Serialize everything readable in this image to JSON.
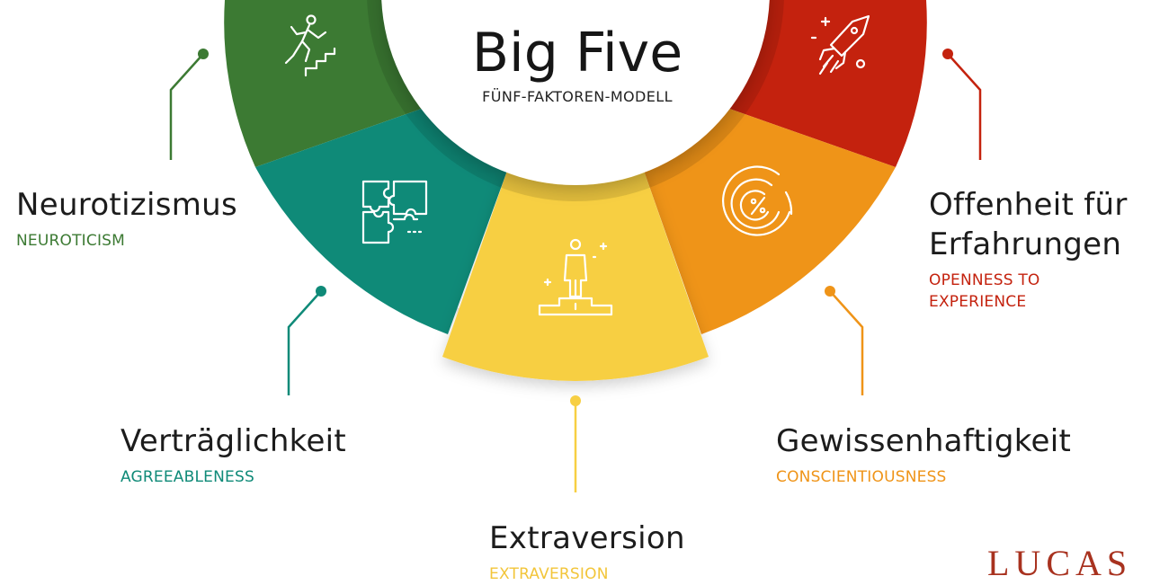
{
  "title": "Big Five",
  "subtitle": "FÜNF-FAKTOREN-MODELL",
  "brand": "LUCAS",
  "colors": {
    "neuroticism": "#3c7a33",
    "agreeableness": "#0f8a78",
    "extraversion": "#f7cf43",
    "conscientiousness": "#ef9418",
    "openness": "#c4220e"
  },
  "factors": [
    {
      "id": "neuroticism",
      "label_de": "Neurotizismus",
      "label_en": "NEUROTICISM",
      "icon": "person-climbing-stairs-icon"
    },
    {
      "id": "agreeableness",
      "label_de": "Verträglichkeit",
      "label_en": "AGREEABLENESS",
      "icon": "puzzle-pieces-icon"
    },
    {
      "id": "extraversion",
      "label_de": "Extraversion",
      "label_en": "EXTRAVERSION",
      "icon": "person-on-podium-icon"
    },
    {
      "id": "conscientiousness",
      "label_de": "Gewissenhaftigkeit",
      "label_en": "CONSCIENTIOUSNESS",
      "icon": "target-percent-icon"
    },
    {
      "id": "openness",
      "label_de": "Offenheit für Erfahrungen",
      "label_en": "OPENNESS TO EXPERIENCE",
      "icon": "rocket-icon"
    }
  ]
}
